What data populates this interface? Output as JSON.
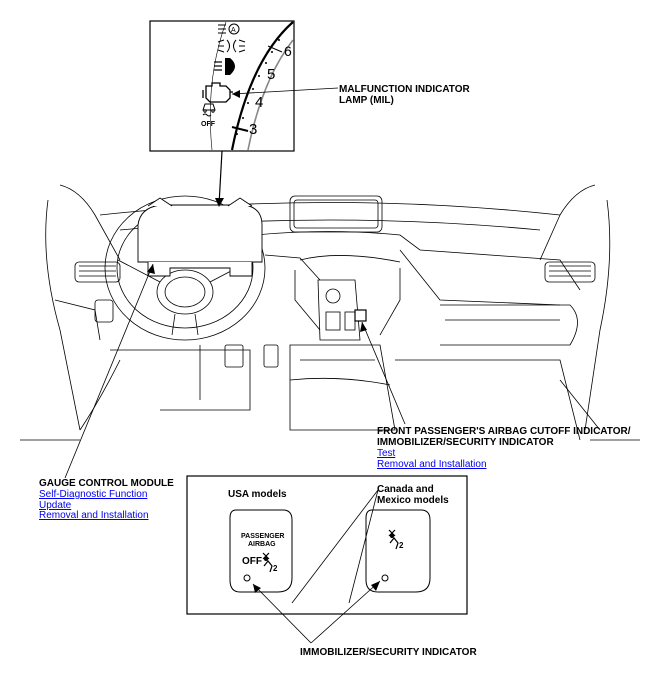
{
  "callouts": {
    "mil": {
      "line1": "MALFUNCTION INDICATOR",
      "line2": "LAMP (MIL)"
    },
    "airbag_cutoff": {
      "line1": "FRONT PASSENGER'S AIRBAG CUTOFF INDICATOR/",
      "line2": "IMMOBILIZER/SECURITY INDICATOR",
      "links": [
        "Test",
        "Removal and Installation"
      ]
    },
    "gauge_module": {
      "title": "GAUGE CONTROL MODULE",
      "links": [
        "Self-Diagnostic Function",
        "Update",
        "Removal and Installation"
      ]
    },
    "immobilizer": "IMMOBILIZER/SECURITY INDICATOR"
  },
  "inset_gauge": {
    "tick_numbers": [
      "3",
      "4",
      "5",
      "6"
    ],
    "off_label": "OFF"
  },
  "inset_indicators": {
    "usa_title": "USA models",
    "canada_title_line1": "Canada and",
    "canada_title_line2": "Mexico models",
    "panel_line1": "PASSENGER",
    "panel_line2": "AIRBAG",
    "panel_off": "OFF",
    "seat_subscript": "2"
  },
  "colors": {
    "line": "#000000",
    "link": "#0000ee",
    "gauge_arc_grey": "#888888"
  }
}
